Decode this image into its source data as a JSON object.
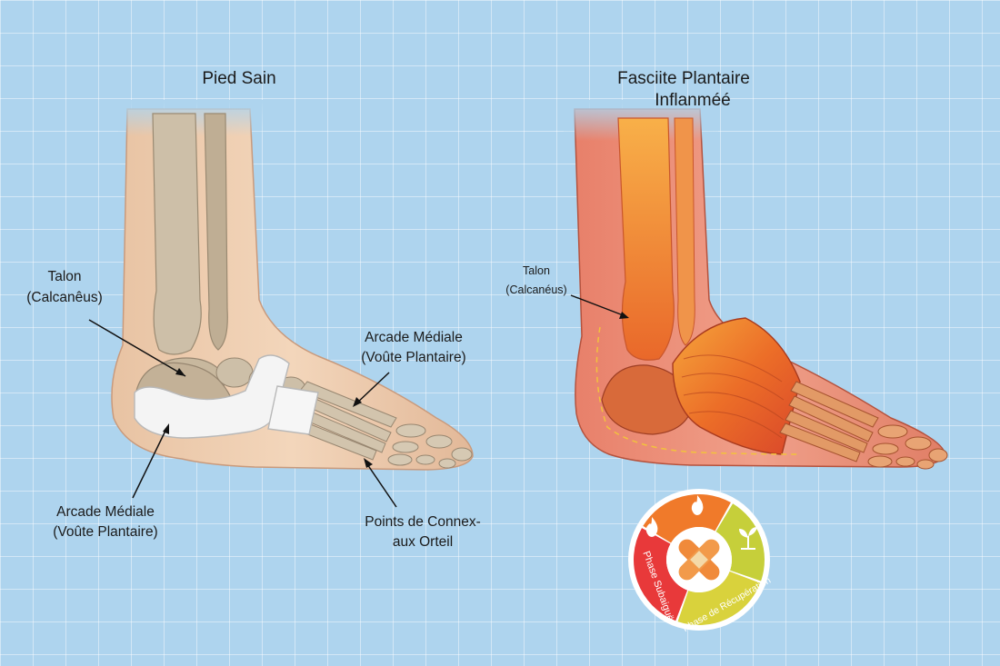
{
  "healthy": {
    "title": "Pied Sain",
    "labels": {
      "talon_line1": "Talon",
      "talon_line2": "(Calcanêus)",
      "arch_top_line1": "Arcade Médiale",
      "arch_top_line2": "(Voûte Plantaire)",
      "arch_bottom_line1": "Arcade Médiale",
      "arch_bottom_line2": "(Voûte Plantaire)",
      "toes_line1": "Points de Connex-",
      "toes_line2": "aux Orteil"
    }
  },
  "inflamed": {
    "title_line1": "Fasciite Plantaire",
    "title_line2": "Inflanméé",
    "labels": {
      "talon_line1": "Talon",
      "talon_line2": "(Calcanéus)"
    }
  },
  "phase_wheel": {
    "segments": [
      {
        "label": "Phase Subaiguë",
        "color": "#e8393a"
      },
      {
        "label": "",
        "color": "#f07a2a"
      },
      {
        "label": "",
        "color": "#c6cf3a"
      },
      {
        "label": "Phase de Récupération",
        "color": "#d9d23c"
      }
    ],
    "icons": [
      "flame-icon",
      "flame-icon",
      "sprout-icon",
      "bandage-icon"
    ]
  },
  "colors": {
    "background": "#aed4ee",
    "bone": "#cdbfa8",
    "skin": "#f0cfb0",
    "fascia_healthy": "#f4f4f4",
    "inflamed_red": "#e05533",
    "inflamed_orange": "#f28a2e"
  }
}
